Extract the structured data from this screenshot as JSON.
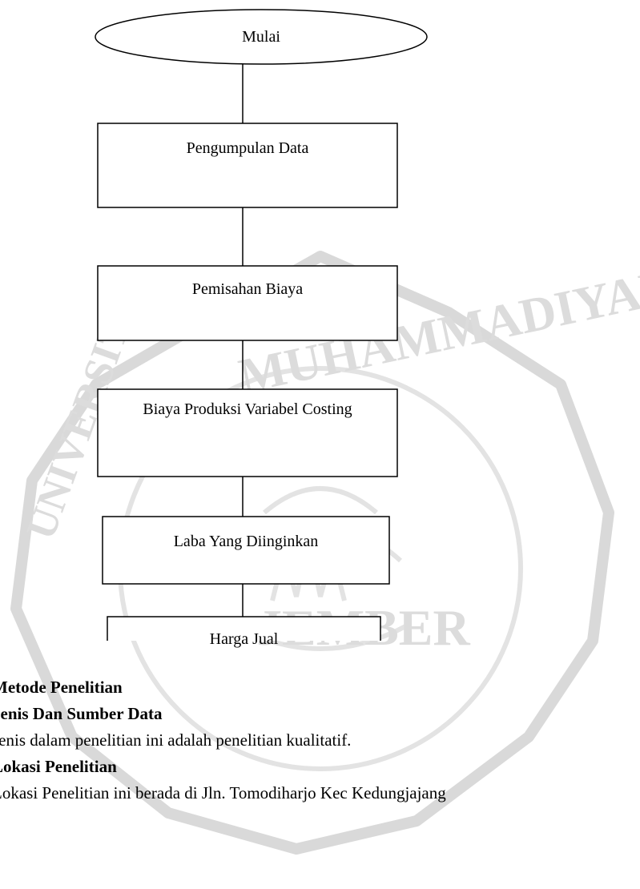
{
  "flowchart": {
    "start": "Mulai",
    "steps": [
      "Pengumpulan Data",
      "Pemisahan Biaya",
      "Biaya Produksi Variabel Costing",
      "Laba Yang Diinginkan",
      "Harga Jual"
    ]
  },
  "watermark": {
    "text_top": "MUHAMMADIYAH",
    "text_bottom": "JEMBER",
    "text_left": "UNIVERSITAS"
  },
  "document": {
    "heading_metode": "Metode Penelitian",
    "heading_jenis": "Jenis Dan Sumber Data",
    "para_jenis": "Jenis dalam penelitian ini adalah penelitian kualitatif.",
    "heading_lokasi": "Lokasi Penelitian",
    "para_lokasi": "Lokasi Penelitian ini berada di Jln. Tomodiharjo Kec Kedungjajang"
  }
}
